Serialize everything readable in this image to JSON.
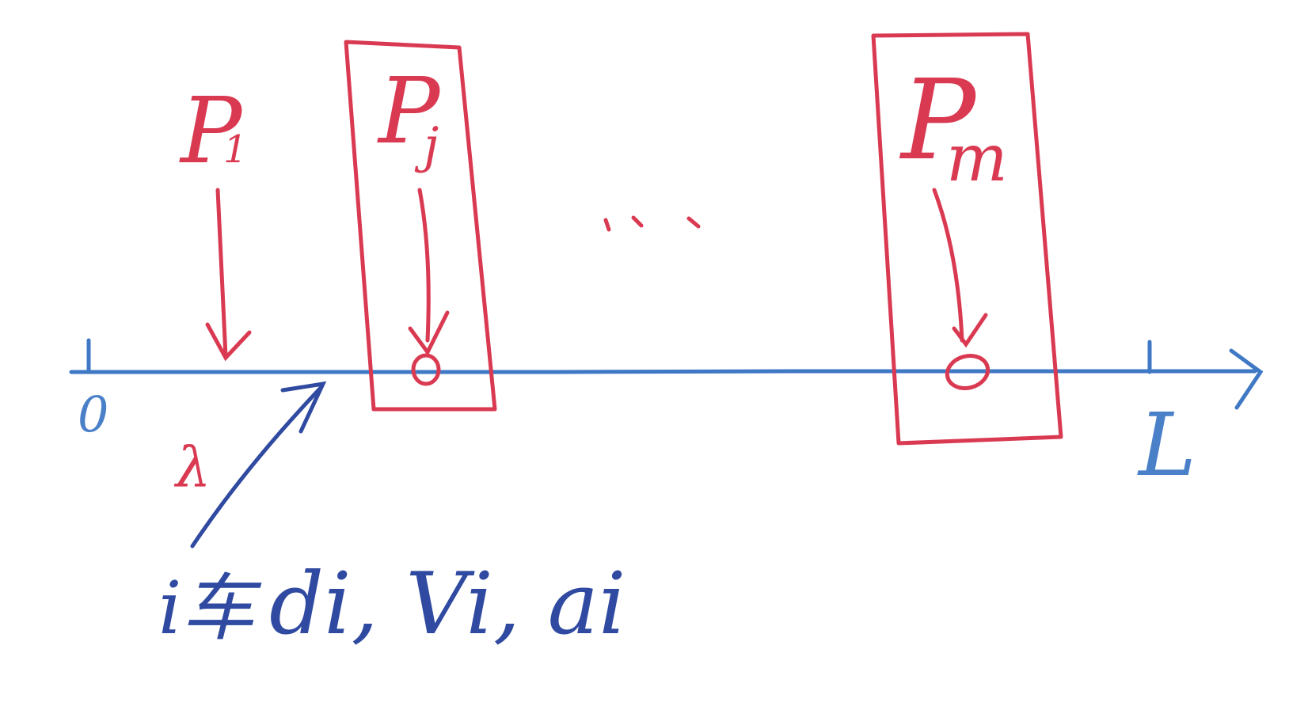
{
  "colors": {
    "red": "#d93a52",
    "axis_blue": "#3f78c4",
    "dark_blue": "#2f4aa0"
  },
  "labels": {
    "p1_main": "P",
    "p1_sub": "1",
    "pj_main": "P",
    "pj_sub": "j",
    "pm_main": "P",
    "pm_sub": "m",
    "ellipsis": "...",
    "origin": "0",
    "end": "L",
    "lambda": "λ",
    "annotation_prefix": "i车",
    "annotation_vars": "di, Vi, ai"
  },
  "icons": {
    "axis_arrow": "arrow-right-icon",
    "drop_arrow": "arrow-down-icon",
    "circle_marker": "circle-marker-icon"
  }
}
